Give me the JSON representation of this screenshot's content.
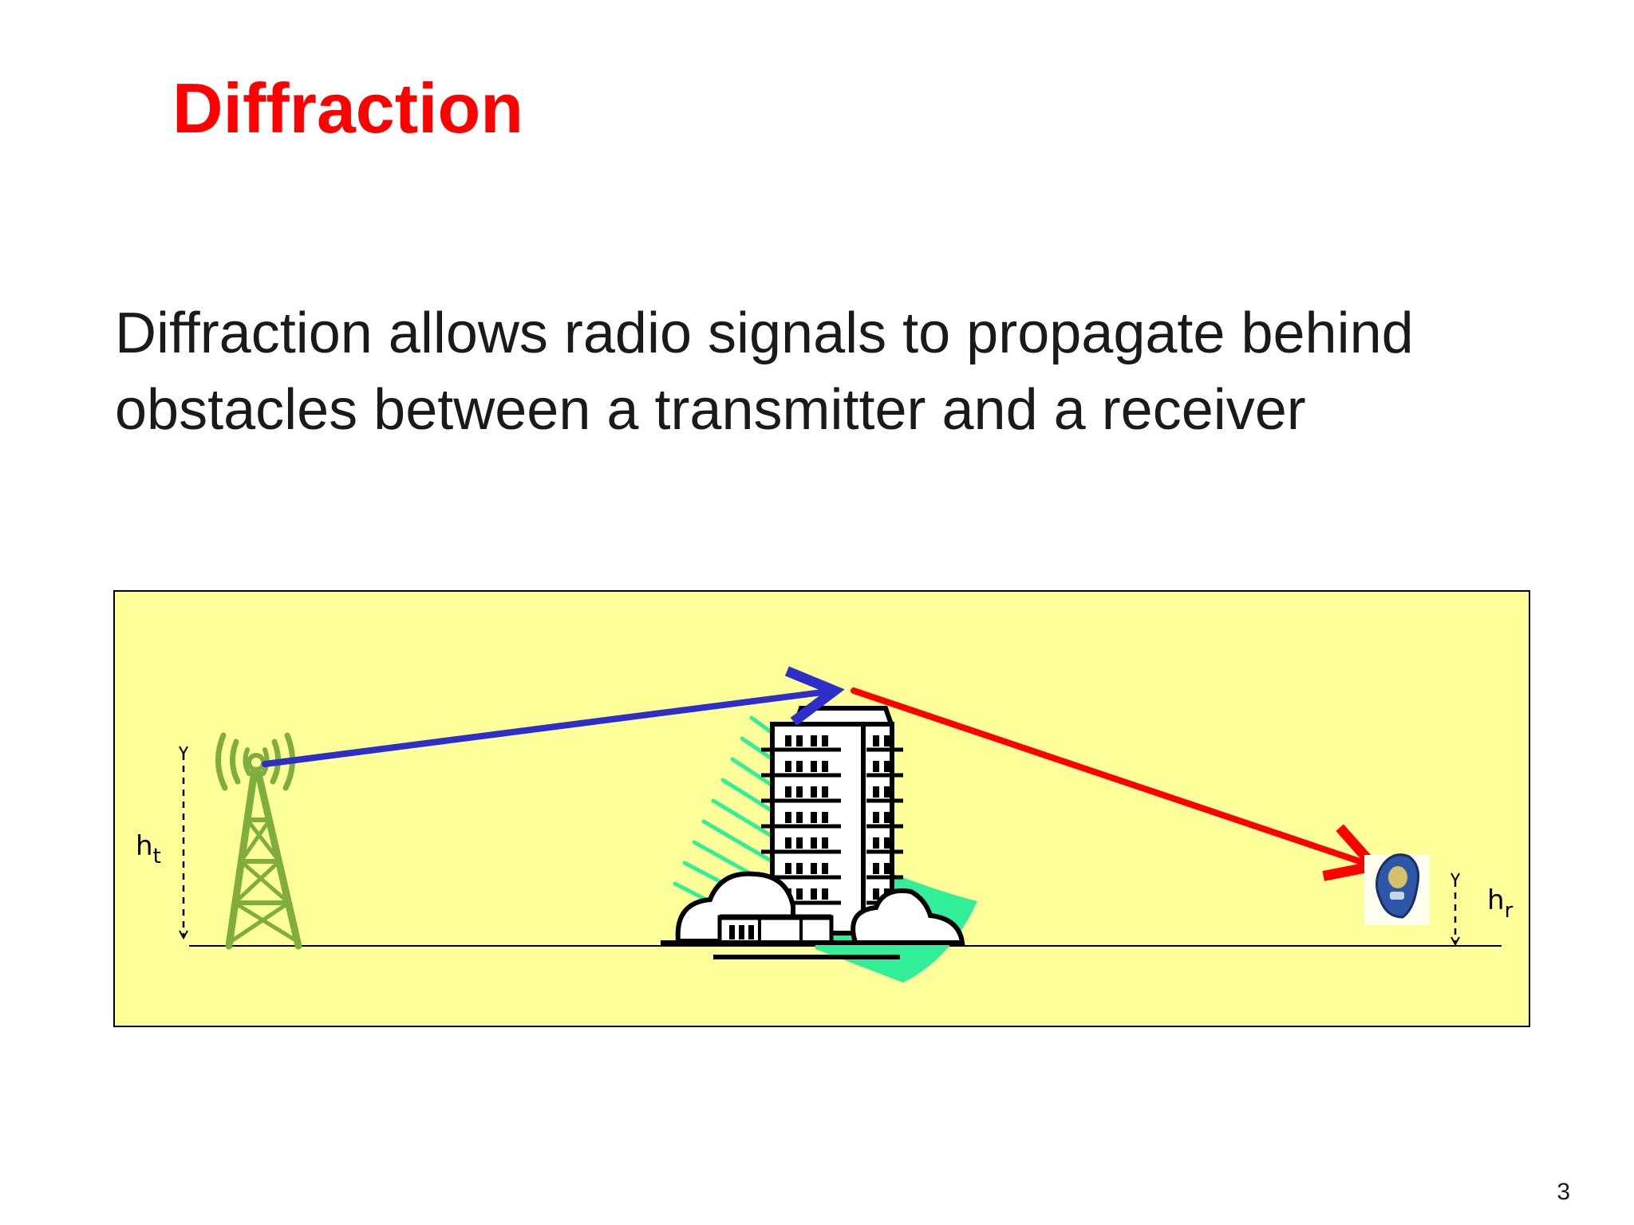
{
  "slide": {
    "title": "Diffraction",
    "body_lines": [
      "Diffraction allows radio signals to propagate behind",
      "obstacles between a transmitter and a receiver"
    ],
    "page_number": "3"
  },
  "diagram": {
    "transmitter_height_label": {
      "base": "h",
      "subscript": "t"
    },
    "receiver_height_label": {
      "base": "h",
      "subscript": "r"
    },
    "colors": {
      "panel_background": "#ffff99",
      "tower": "#7fad3e",
      "incident_ray": "#2e2ec8",
      "diffracted_ray": "#ff0000",
      "diffraction_shade": "#33ee99",
      "ground": "#000000"
    },
    "icons": [
      "transmitter-tower-icon",
      "building-icon",
      "mobile-phone-icon"
    ]
  }
}
